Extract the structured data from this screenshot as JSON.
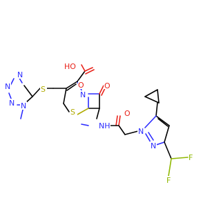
{
  "atoms": {
    "carboxylic_acid_label": "HO",
    "carbonyl_acid_o": "O",
    "beta_lactam_o": "O",
    "amide_o": "O",
    "ring_n_lactam": "N",
    "ring_s_thiazine": "S",
    "thioether_s": "S",
    "amide_nh": "NH",
    "tetrazole_n1": "N",
    "tetrazole_n2": "N",
    "tetrazole_n3": "N",
    "tetrazole_n4": "N",
    "pyrazole_n1": "N",
    "pyrazole_n2": "N",
    "fluorine_1": "F",
    "fluorine_2": "F"
  },
  "colors": {
    "carbon": "#000000",
    "nitrogen": "#2b2bff",
    "oxygen": "#e8221a",
    "sulfur": "#b0ab00",
    "fluorine": "#8fb800",
    "background": "#ffffff"
  }
}
